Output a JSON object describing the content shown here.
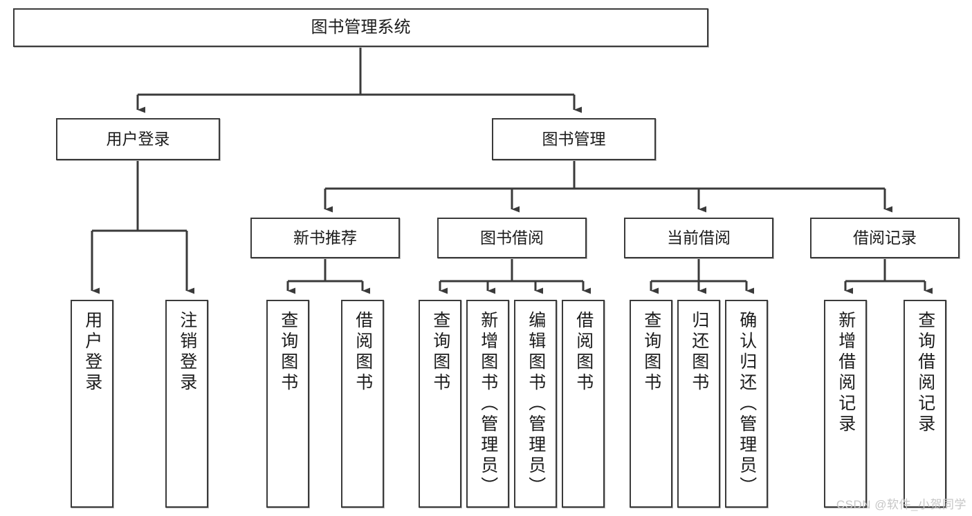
{
  "diagram": {
    "title": "图书管理系统",
    "type": "tree",
    "colors": {
      "box_border": "#3a3a3a",
      "box_fill": "#ffffff",
      "connector": "#3a3a3a",
      "text": "#1b1b1b",
      "watermark": "#c6c6c6"
    },
    "nodes": [
      {
        "id": "root",
        "label": "图书管理系统",
        "level": 0,
        "orientation": "horizontal"
      },
      {
        "id": "user-login",
        "label": "用户登录",
        "level": 1,
        "orientation": "horizontal"
      },
      {
        "id": "book-manage",
        "label": "图书管理",
        "level": 1,
        "orientation": "horizontal"
      },
      {
        "id": "new-book-rec",
        "label": "新书推荐",
        "level": 2,
        "orientation": "horizontal"
      },
      {
        "id": "book-borrow",
        "label": "图书借阅",
        "level": 2,
        "orientation": "horizontal"
      },
      {
        "id": "current-borrow",
        "label": "当前借阅",
        "level": 2,
        "orientation": "horizontal"
      },
      {
        "id": "borrow-record",
        "label": "借阅记录",
        "level": 2,
        "orientation": "horizontal"
      },
      {
        "id": "leaf-login",
        "label": "用户登录",
        "level": 3,
        "orientation": "vertical",
        "parent": "user-login"
      },
      {
        "id": "leaf-logout",
        "label": "注销登录",
        "level": 3,
        "orientation": "vertical",
        "parent": "user-login"
      },
      {
        "id": "leaf-query-1",
        "label": "查询图书",
        "level": 3,
        "orientation": "vertical",
        "parent": "new-book-rec"
      },
      {
        "id": "leaf-borrow-1",
        "label": "借阅图书",
        "level": 3,
        "orientation": "vertical",
        "parent": "new-book-rec"
      },
      {
        "id": "leaf-query-2",
        "label": "查询图书",
        "level": 3,
        "orientation": "vertical",
        "parent": "book-borrow"
      },
      {
        "id": "leaf-add-book",
        "label": "新增图书（管理员）",
        "level": 3,
        "orientation": "vertical",
        "parent": "book-borrow"
      },
      {
        "id": "leaf-edit-book",
        "label": "编辑图书（管理员）",
        "level": 3,
        "orientation": "vertical",
        "parent": "book-borrow"
      },
      {
        "id": "leaf-borrow-2",
        "label": "借阅图书",
        "level": 3,
        "orientation": "vertical",
        "parent": "book-borrow"
      },
      {
        "id": "leaf-query-3",
        "label": "查询图书",
        "level": 3,
        "orientation": "vertical",
        "parent": "current-borrow"
      },
      {
        "id": "leaf-return",
        "label": "归还图书",
        "level": 3,
        "orientation": "vertical",
        "parent": "current-borrow"
      },
      {
        "id": "leaf-confirm",
        "label": "确认归还（管理员）",
        "level": 3,
        "orientation": "vertical",
        "parent": "current-borrow"
      },
      {
        "id": "leaf-add-rec",
        "label": "新增借阅记录",
        "level": 3,
        "orientation": "vertical",
        "parent": "borrow-record"
      },
      {
        "id": "leaf-query-rec",
        "label": "查询借阅记录",
        "level": 3,
        "orientation": "vertical",
        "parent": "borrow-record"
      }
    ],
    "edges": [
      {
        "from": "root",
        "to": "user-login"
      },
      {
        "from": "root",
        "to": "book-manage"
      },
      {
        "from": "book-manage",
        "to": "new-book-rec"
      },
      {
        "from": "book-manage",
        "to": "book-borrow"
      },
      {
        "from": "book-manage",
        "to": "current-borrow"
      },
      {
        "from": "book-manage",
        "to": "borrow-record"
      },
      {
        "from": "user-login",
        "to": "leaf-login"
      },
      {
        "from": "user-login",
        "to": "leaf-logout"
      },
      {
        "from": "new-book-rec",
        "to": "leaf-query-1"
      },
      {
        "from": "new-book-rec",
        "to": "leaf-borrow-1"
      },
      {
        "from": "book-borrow",
        "to": "leaf-query-2"
      },
      {
        "from": "book-borrow",
        "to": "leaf-add-book"
      },
      {
        "from": "book-borrow",
        "to": "leaf-edit-book"
      },
      {
        "from": "book-borrow",
        "to": "leaf-borrow-2"
      },
      {
        "from": "current-borrow",
        "to": "leaf-query-3"
      },
      {
        "from": "current-borrow",
        "to": "leaf-return"
      },
      {
        "from": "current-borrow",
        "to": "leaf-confirm"
      },
      {
        "from": "borrow-record",
        "to": "leaf-add-rec"
      },
      {
        "from": "borrow-record",
        "to": "leaf-query-rec"
      }
    ]
  },
  "watermark": {
    "text": "CSDN @软件_小贺同学"
  }
}
